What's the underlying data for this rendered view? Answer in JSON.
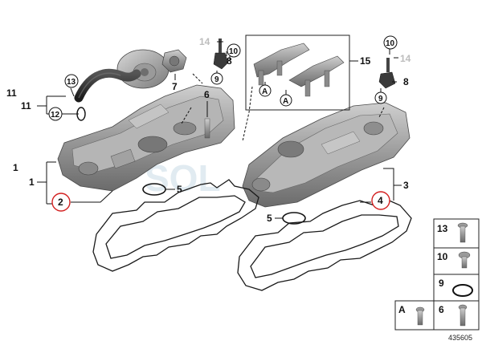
{
  "diagram_number": "435605",
  "watermark": "SOL",
  "callouts": {
    "c1": "1",
    "c2": "2",
    "c3": "3",
    "c4": "4",
    "c5_left": "5",
    "c5_right": "5",
    "c6_top": "6",
    "c7": "7",
    "c8_top": "8",
    "c8_right": "8",
    "c9_left": "9",
    "c9_right": "9",
    "c10_top": "10",
    "c10_right": "10",
    "c11": "11",
    "c11_sub": "11",
    "c12": "12",
    "c13": "13",
    "c14_left": "14",
    "c14_right": "14",
    "c15": "15",
    "cA_left": "A",
    "cA_right": "A",
    "c1_small": "1"
  },
  "legend": {
    "items": [
      {
        "number": "13",
        "part": "bolt"
      },
      {
        "number": "10",
        "part": "screw"
      },
      {
        "number": "9",
        "part": "o-ring"
      },
      {
        "number": "A",
        "part": "bolt"
      },
      {
        "number": "6",
        "part": "bolt"
      }
    ]
  },
  "highlight_color": "#d32020",
  "part_color": "#8c8c8c"
}
